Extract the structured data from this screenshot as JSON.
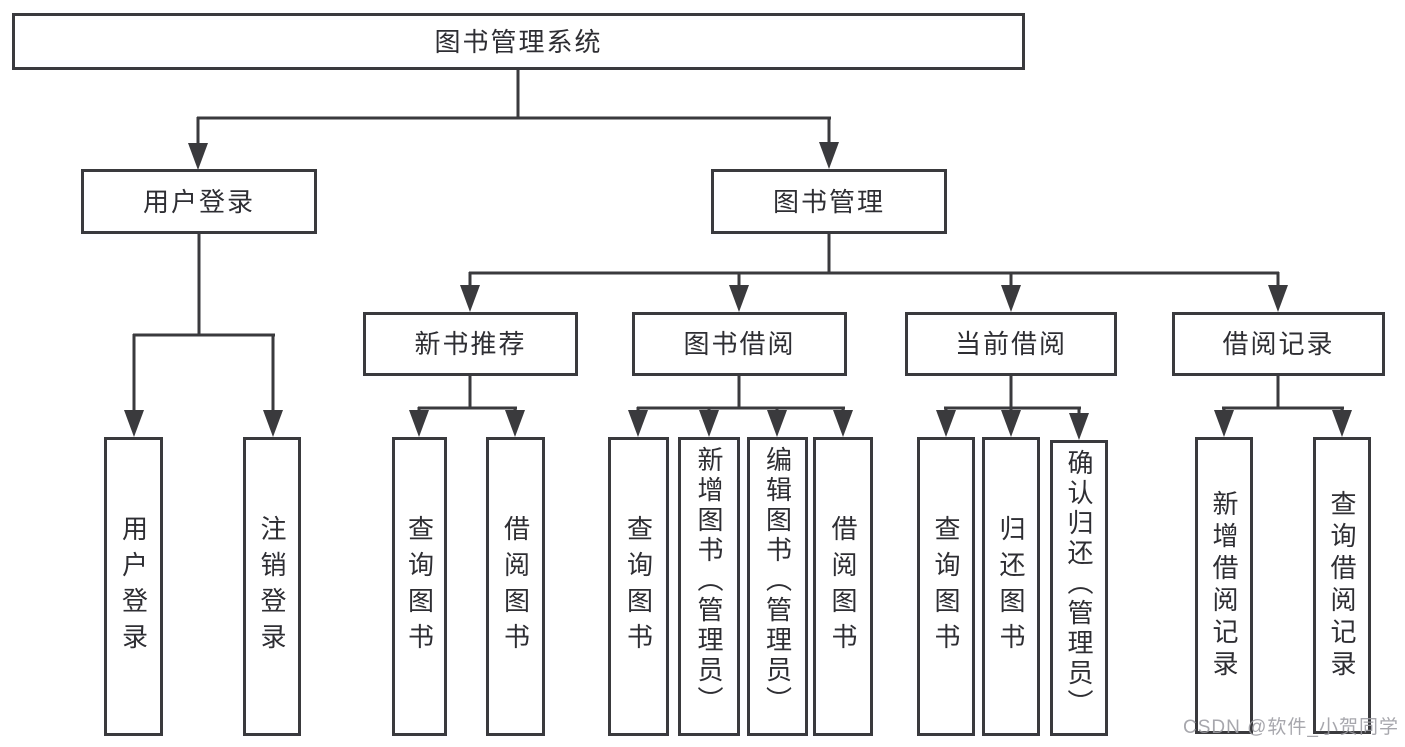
{
  "diagram": {
    "root": {
      "label": "图书管理系统"
    },
    "level2": [
      {
        "label": "用户登录"
      },
      {
        "label": "图书管理"
      }
    ],
    "level3": [
      {
        "label": "新书推荐"
      },
      {
        "label": "图书借阅"
      },
      {
        "label": "当前借阅"
      },
      {
        "label": "借阅记录"
      }
    ],
    "leaves": {
      "user_login": [
        "用户登录",
        "注销登录"
      ],
      "new_books": [
        "查询图书",
        "借阅图书"
      ],
      "book_borrow": [
        "查询图书",
        "新增图书（管理员）",
        "编辑图书（管理员）",
        "借阅图书"
      ],
      "current_borrow": [
        "查询图书",
        "归还图书",
        "确认归还（管理员）"
      ],
      "borrow_records": [
        "新增借阅记录",
        "查询借阅记录"
      ]
    },
    "watermark": "CSDN @软件_小贺同学",
    "colors": {
      "line": "#3a3a3d",
      "text": "#2e2e33",
      "background": "#ffffff",
      "watermark": "#9c9ca2"
    }
  }
}
